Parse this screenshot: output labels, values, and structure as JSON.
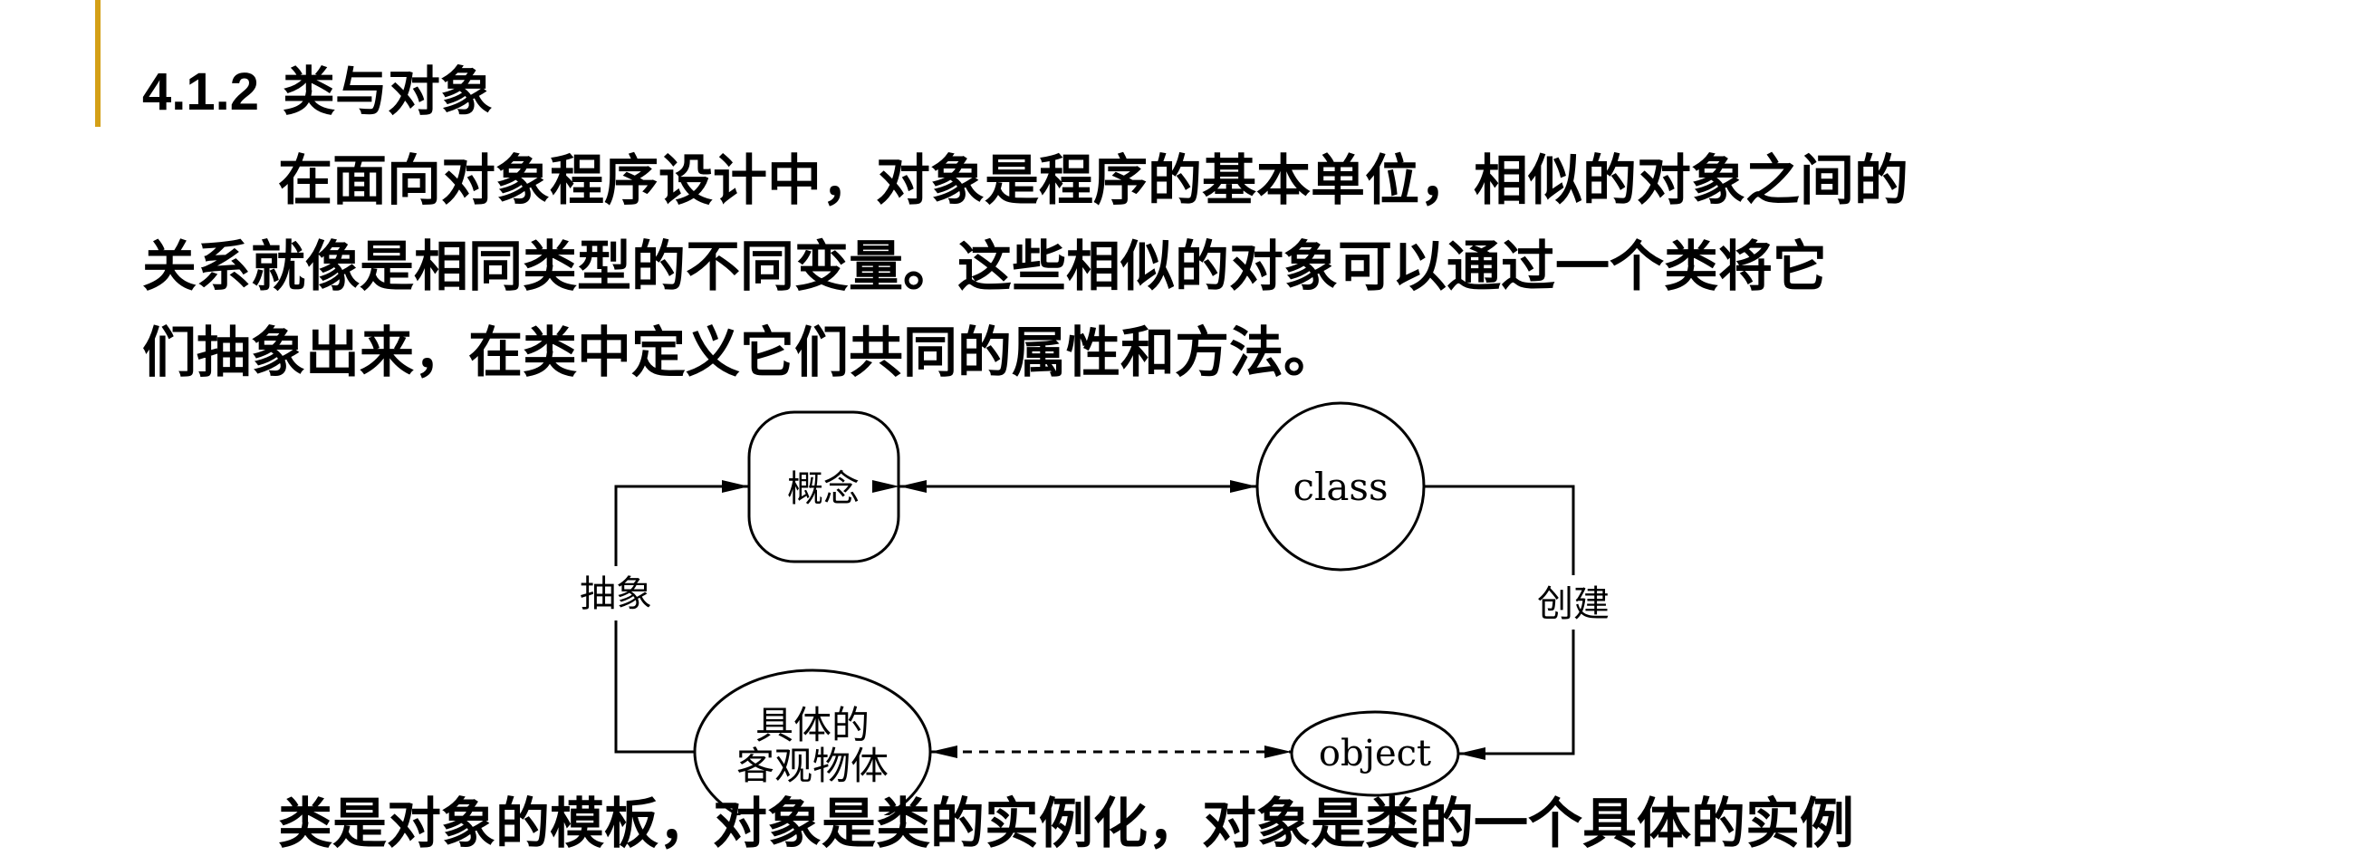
{
  "heading": {
    "number": "4.1.2",
    "title": "类与对象"
  },
  "paragraph": {
    "line1": "在面向对象程序设计中，对象是程序的基本单位，相似的对象之间的",
    "line2": "关系就像是相同类型的不同变量。这些相似的对象可以通过一个类将它",
    "line3": "们抽象出来，在类中定义它们共同的属性和方法。",
    "cut_line": "类是对象的模板，对象是类的实例化，对象是类的一个具体的实例"
  },
  "diagram": {
    "nodes": {
      "concept": "概念",
      "class": "class",
      "concrete_line1": "具体的",
      "concrete_line2": "客观物体",
      "object": "object"
    },
    "edge_labels": {
      "abstract": "抽象",
      "create": "创建"
    }
  },
  "colors": {
    "accent": "#D4A017",
    "text": "#000000",
    "background": "#ffffff"
  }
}
